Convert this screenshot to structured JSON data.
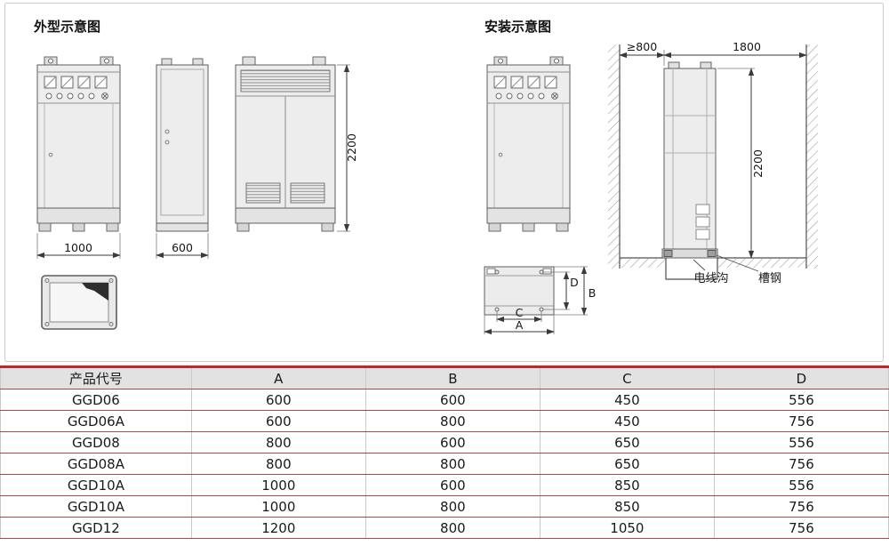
{
  "colors": {
    "accent_red": "#c2252b",
    "row_line_red": "#a5494d",
    "grid_gray": "#c9c9c9",
    "drawing_fill": "#ededed"
  },
  "outline_section": {
    "title": "外型示意图",
    "front_width": "1000",
    "side_width": "600",
    "height": "2200"
  },
  "install_section": {
    "title": "安装示意图",
    "wall_clearance": "≥800",
    "span": "1800",
    "height": "2200",
    "cable_trench_label": "电线沟",
    "channel_steel_label": "槽钢",
    "dim_a": "A",
    "dim_b": "B",
    "dim_c": "C",
    "dim_d": "D"
  },
  "table": {
    "headers": [
      "产品代号",
      "A",
      "B",
      "C",
      "D"
    ],
    "rows": [
      [
        "GGD06",
        "600",
        "600",
        "450",
        "556"
      ],
      [
        "GGD06A",
        "600",
        "800",
        "450",
        "756"
      ],
      [
        "GGD08",
        "800",
        "600",
        "650",
        "556"
      ],
      [
        "GGD08A",
        "800",
        "800",
        "650",
        "756"
      ],
      [
        "GGD10A",
        "1000",
        "600",
        "850",
        "556"
      ],
      [
        "GGD10A",
        "1000",
        "800",
        "850",
        "756"
      ],
      [
        "GGD12",
        "1200",
        "800",
        "1050",
        "756"
      ]
    ]
  }
}
